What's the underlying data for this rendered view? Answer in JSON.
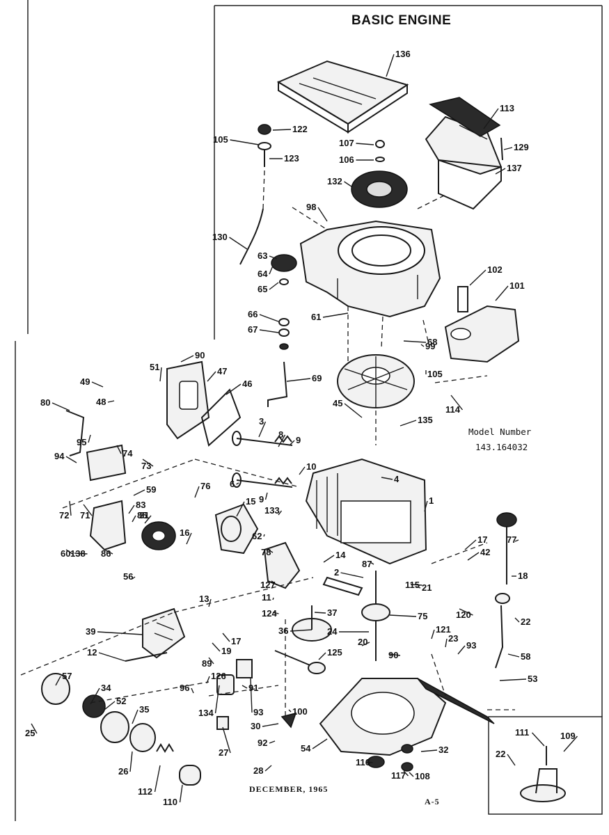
{
  "title": "BASIC ENGINE",
  "model_label": "Model Number",
  "model_number": "143.164032",
  "date": "DECEMBER, 1965",
  "page_code": "A-5",
  "callouts": [
    "136",
    "113",
    "122",
    "105",
    "123",
    "107",
    "106",
    "129",
    "137",
    "132",
    "98",
    "130",
    "63",
    "64",
    "65",
    "102",
    "101",
    "66",
    "67",
    "61",
    "68",
    "99",
    "105",
    "114",
    "69",
    "90",
    "51",
    "47",
    "46",
    "49",
    "48",
    "80",
    "95",
    "74",
    "73",
    "94",
    "3",
    "8",
    "9",
    "45",
    "135",
    "10",
    "4",
    "6",
    "9",
    "133",
    "1",
    "59",
    "72",
    "71",
    "83",
    "15",
    "76",
    "62",
    "85",
    "60",
    "138",
    "86",
    "16",
    "31",
    "78",
    "77",
    "17",
    "42",
    "14",
    "2",
    "127",
    "87",
    "18",
    "56",
    "37",
    "115",
    "21",
    "11",
    "124",
    "75",
    "120",
    "22",
    "13",
    "39",
    "36",
    "24",
    "17",
    "19",
    "20",
    "121",
    "23",
    "93",
    "12",
    "125",
    "89",
    "90",
    "58",
    "57",
    "34",
    "126",
    "96",
    "91",
    "53",
    "52",
    "35",
    "134",
    "93",
    "100",
    "25",
    "30",
    "92",
    "54",
    "32",
    "26",
    "27",
    "28",
    "116",
    "117",
    "108",
    "112",
    "110",
    "111",
    "109",
    "22"
  ]
}
